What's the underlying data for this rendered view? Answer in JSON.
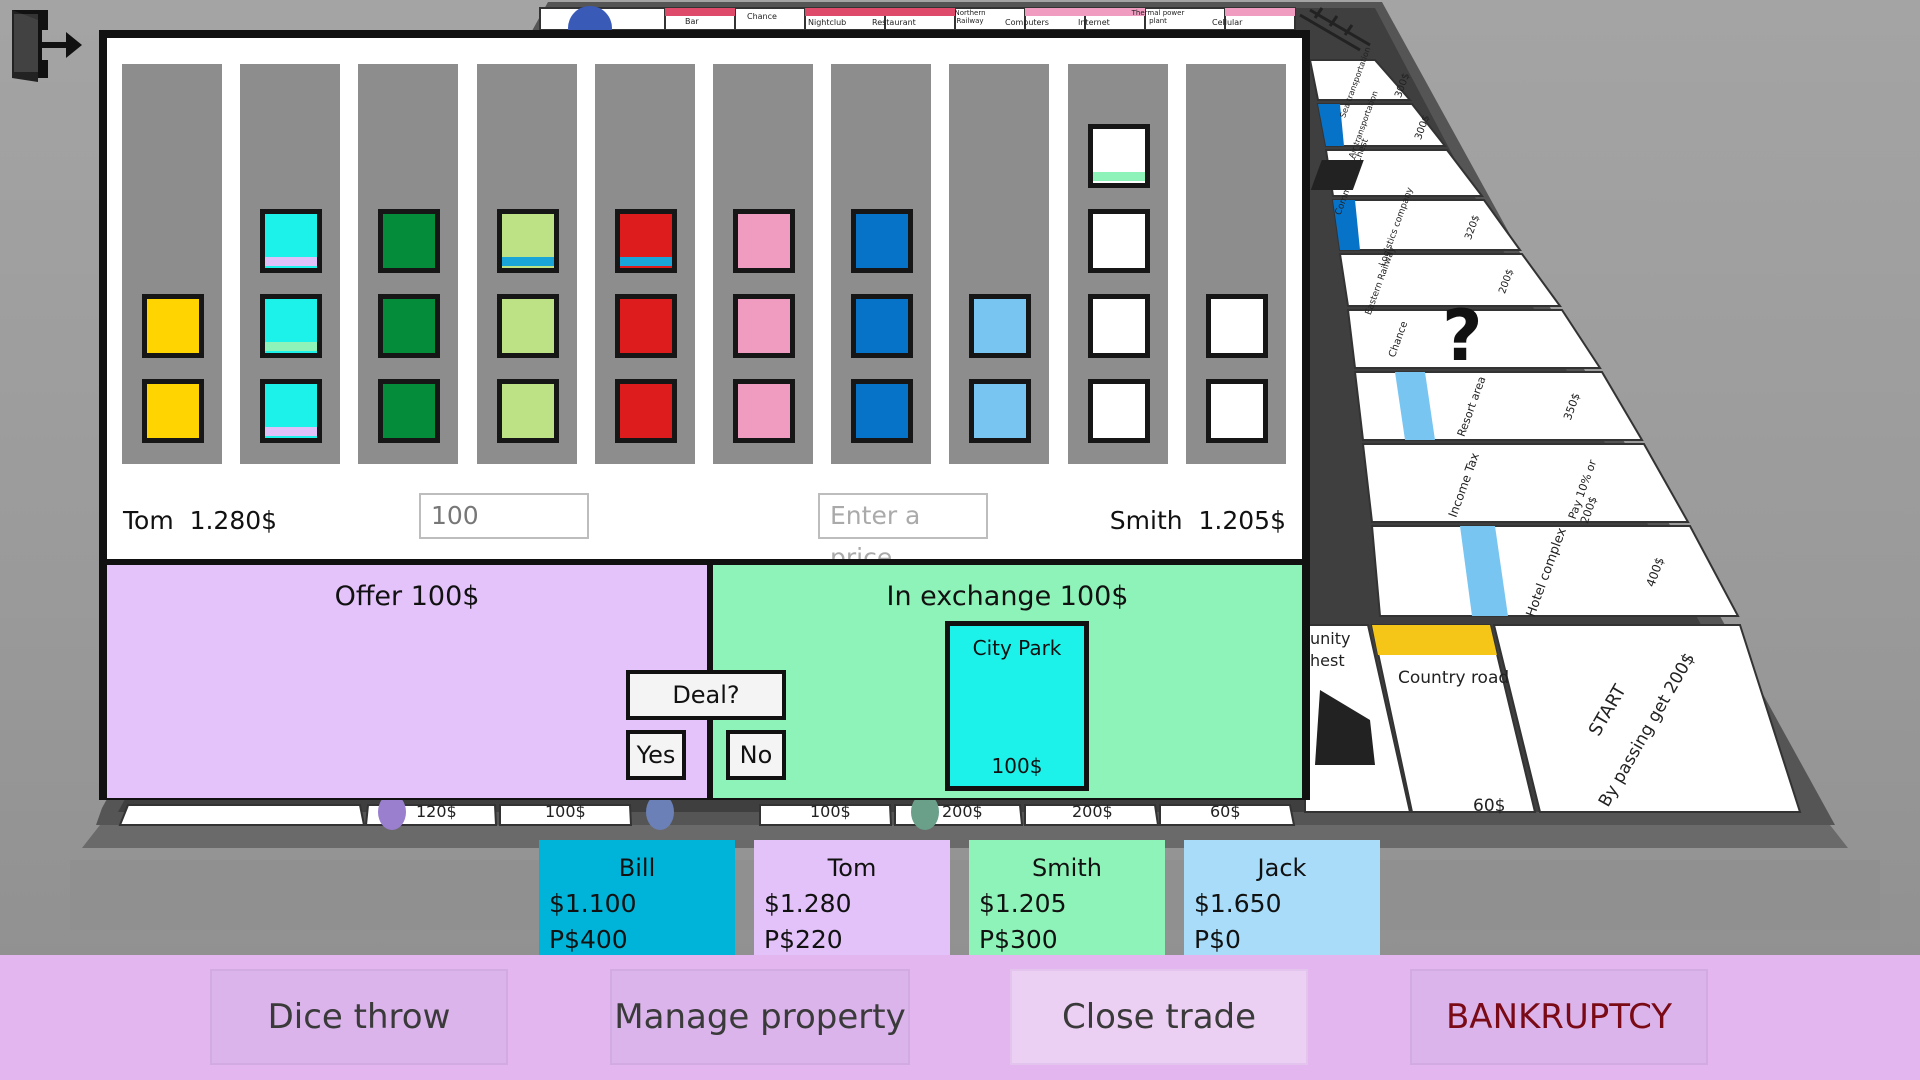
{
  "colors": {
    "yellow": "#ffd400",
    "cyan": "#1df2ea",
    "darkgreen": "#058c3a",
    "lightgreen": "#bde185",
    "red": "#dd1d1d",
    "pink": "#f09cc0",
    "blue": "#0773c8",
    "skyblue": "#79c5f2",
    "white": "#ffffff",
    "stripe_lavender": "#e0c0f8",
    "stripe_mint": "#8ef3b8",
    "stripe_blue": "#1aa5d8",
    "offer_bg": "#e3c3f9",
    "exchange_bg": "#8ef3b8"
  },
  "property_groups": [
    {
      "cards": [
        {
          "color": "yellow"
        },
        {
          "color": "yellow"
        }
      ]
    },
    {
      "cards": [
        {
          "color": "cyan",
          "stripe": "stripe_lavender"
        },
        {
          "color": "cyan",
          "stripe": "stripe_mint"
        },
        {
          "color": "cyan",
          "stripe": "stripe_lavender"
        }
      ]
    },
    {
      "cards": [
        {
          "color": "darkgreen"
        },
        {
          "color": "darkgreen"
        },
        {
          "color": "darkgreen"
        }
      ]
    },
    {
      "cards": [
        {
          "color": "lightgreen",
          "stripe": "stripe_blue"
        },
        {
          "color": "lightgreen"
        },
        {
          "color": "lightgreen"
        }
      ]
    },
    {
      "cards": [
        {
          "color": "red",
          "stripe": "stripe_blue"
        },
        {
          "color": "red"
        },
        {
          "color": "red"
        }
      ]
    },
    {
      "cards": [
        {
          "color": "pink"
        },
        {
          "color": "pink"
        },
        {
          "color": "pink"
        }
      ]
    },
    {
      "cards": [
        {
          "color": "blue"
        },
        {
          "color": "blue"
        },
        {
          "color": "blue"
        }
      ]
    },
    {
      "cards": [
        {
          "color": "skyblue"
        },
        {
          "color": "skyblue"
        }
      ]
    },
    {
      "cards": [
        {
          "color": "white",
          "stripe": "stripe_mint"
        },
        {
          "color": "white"
        },
        {
          "color": "white"
        },
        {
          "color": "white"
        }
      ]
    },
    {
      "cards": [
        {
          "color": "white"
        },
        {
          "color": "white"
        }
      ]
    }
  ],
  "trade": {
    "left_player": "Tom",
    "left_money": "1.280$",
    "right_player": "Smith",
    "right_money": "1.205$",
    "left_input_value": "100",
    "right_input_placeholder": "Enter a price",
    "offer_title": "Offer  100$",
    "exchange_title": "In exchange  100$",
    "exchange_card": {
      "name": "City Park",
      "price": "100$",
      "color": "cyan"
    },
    "deal_label": "Deal?",
    "yes_label": "Yes",
    "no_label": "No"
  },
  "players": [
    {
      "name": "Bill",
      "money": "$1.100",
      "property": "P$400",
      "color": "#00b3d8"
    },
    {
      "name": "Tom",
      "money": "$1.280",
      "property": "P$220",
      "color": "#e2c2f8"
    },
    {
      "name": "Smith",
      "money": "$1.205",
      "property": "P$300",
      "color": "#8ef3b8"
    },
    {
      "name": "Jack",
      "money": "$1.650",
      "property": "P$0",
      "color": "#a8dcf8"
    }
  ],
  "actions": {
    "dice": "Dice throw",
    "manage": "Manage property",
    "close_trade": "Close trade",
    "bankruptcy": "BANKRUPTCY",
    "bankruptcy_color": "#7a0b16"
  },
  "board": {
    "top_labels": [
      "Bar",
      "Chance",
      "Nightclub",
      "Restaurant",
      "Northern Railway",
      "Computers",
      "Internet",
      "Thermal power plant",
      "Cellular"
    ],
    "right_labels": [
      {
        "name": "Sea transportation",
        "price": "300$"
      },
      {
        "name": "Air transportation",
        "price": "300$"
      },
      {
        "name": "Community Chest",
        "price": ""
      },
      {
        "name": "Logistics company",
        "price": "320$"
      },
      {
        "name": "Eastern Railway",
        "price": "200$"
      },
      {
        "name": "Chance",
        "price": ""
      },
      {
        "name": "Resort area",
        "price": "350$"
      },
      {
        "name": "Income Tax",
        "price": "Pay 10% or 200$"
      },
      {
        "name": "Hotel complex",
        "price": "400$"
      }
    ],
    "bottom_prices": [
      "120$",
      "100$",
      "100$",
      "200$",
      "200$",
      "60$"
    ],
    "community_chest_fragment": "unity hest",
    "country_road": {
      "name": "Country road",
      "price": "60$"
    },
    "start_line1": "START",
    "start_line2": "By passing get 200$"
  }
}
